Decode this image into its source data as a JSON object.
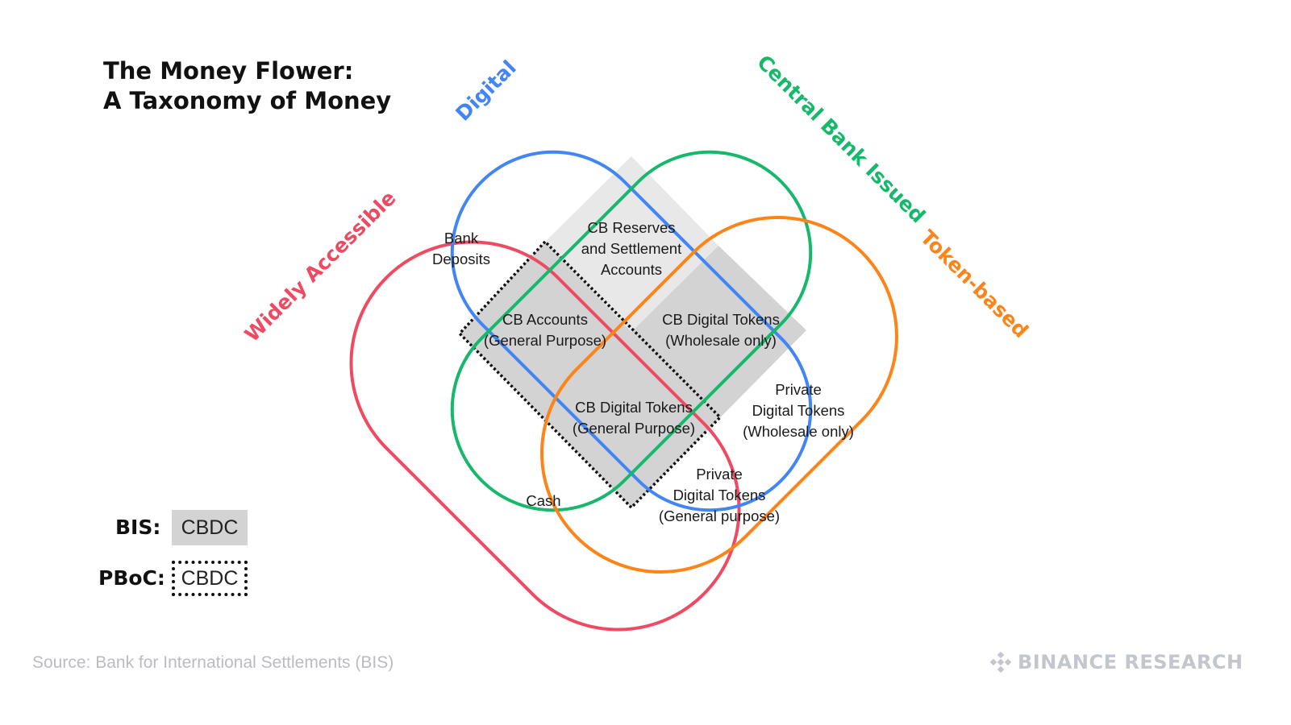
{
  "title": {
    "line1": "The Money Flower:",
    "line2": "A Taxonomy of Money"
  },
  "sets": {
    "digital": {
      "label": "Digital",
      "color": "#4285f4"
    },
    "central_bank": {
      "label": "Central Bank Issued",
      "color": "#16b86b"
    },
    "widely_accessible": {
      "label": "Widely Accessible",
      "color": "#ee4b63"
    },
    "token_based": {
      "label": "Token-based",
      "color": "#fd8418"
    }
  },
  "regions": {
    "bank_deposits": [
      "Bank",
      "Deposits"
    ],
    "cb_reserves": [
      "CB Reserves",
      "and Settlement",
      "Accounts"
    ],
    "cb_accounts": [
      "CB Accounts",
      "(General Purpose)"
    ],
    "cb_tokens_wholesale": [
      "CB Digital Tokens",
      "(Wholesale only)"
    ],
    "cb_tokens_general": [
      "CB Digital Tokens",
      "(General Purpose)"
    ],
    "private_wholesale": [
      "Private",
      "Digital Tokens",
      "(Wholesale only)"
    ],
    "private_general": [
      "Private",
      "Digital Tokens",
      "(General purpose)"
    ],
    "cash": [
      "Cash"
    ]
  },
  "legend": {
    "bis": {
      "label": "BIS:",
      "box": "CBDC"
    },
    "pboc": {
      "label": "PBoC:",
      "box": "CBDC"
    }
  },
  "colors": {
    "cbdc_fill": "#d3d3d3",
    "reserves_fill": "#e8e8e8"
  },
  "source": "Source: Bank for International Settlements (BIS)",
  "brand": "BINANCE RESEARCH"
}
